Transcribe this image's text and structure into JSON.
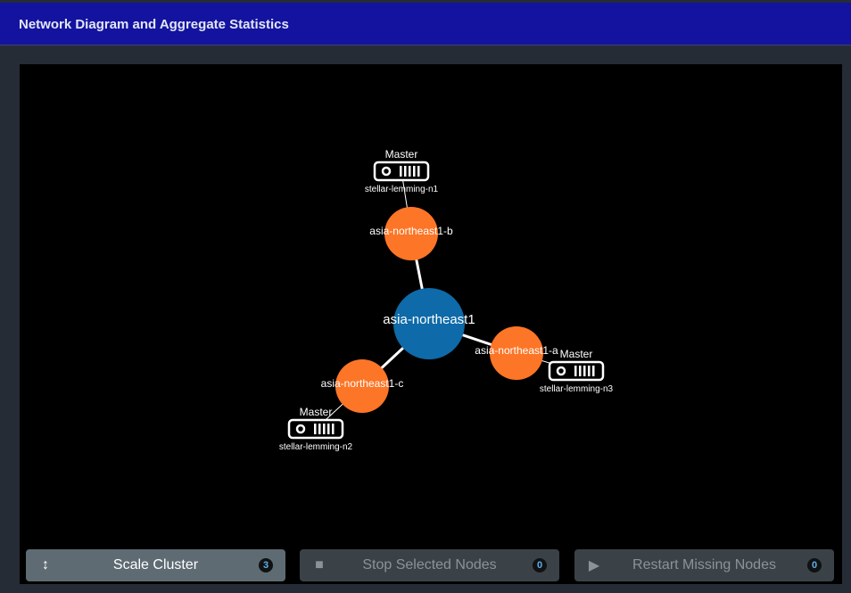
{
  "header": {
    "title": "Network Diagram and Aggregate Statistics"
  },
  "graph": {
    "region": "asia-northeast1",
    "zones": [
      "asia-northeast1-b",
      "asia-northeast1-a",
      "asia-northeast1-c"
    ],
    "nodes": [
      {
        "role": "Master",
        "name": "stellar-lemming-n1"
      },
      {
        "role": "Master",
        "name": "stellar-lemming-n3"
      },
      {
        "role": "Master",
        "name": "stellar-lemming-n2"
      }
    ],
    "colors": {
      "region": "#0e6aa8",
      "zone": "#fd7526"
    }
  },
  "buttons": [
    {
      "label": "Scale Cluster",
      "count": "3",
      "icon": "resize-vertical-icon"
    },
    {
      "label": "Stop Selected Nodes",
      "count": "0",
      "icon": "stop-icon"
    },
    {
      "label": "Restart Missing Nodes",
      "count": "0",
      "icon": "play-icon"
    }
  ]
}
